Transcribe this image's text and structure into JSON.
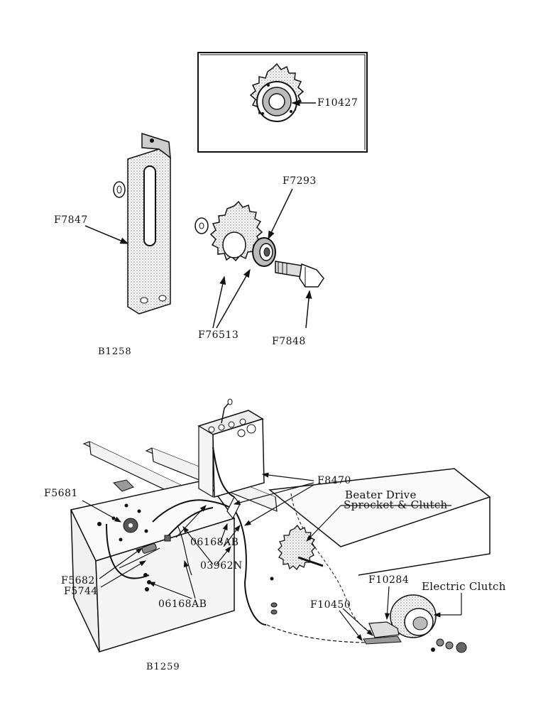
{
  "figure_top": {
    "id": "B1258",
    "inset_part": "F10427",
    "parts": {
      "bracket": "F7847",
      "bearing": "F7293",
      "sprocket": "F76513",
      "bolt": "F7848"
    }
  },
  "figure_bottom": {
    "id": "B1259",
    "parts": {
      "switch": "F5681",
      "harness_top": "F8470",
      "part_a": "F5682",
      "part_b": "F5744",
      "clip_a": "06168AB",
      "clip_b": "03962N",
      "clip_c": "06168AB",
      "clutch_plate": "F10284",
      "bracket": "F10450"
    },
    "descriptions": {
      "beater_line1": "Beater Drive",
      "beater_line2": "Sprocket & Clutch",
      "electric_clutch": "Electric Clutch"
    }
  },
  "colors": {
    "ink": "#111111",
    "paper": "#ffffff",
    "shade": "#9a9a9a"
  }
}
